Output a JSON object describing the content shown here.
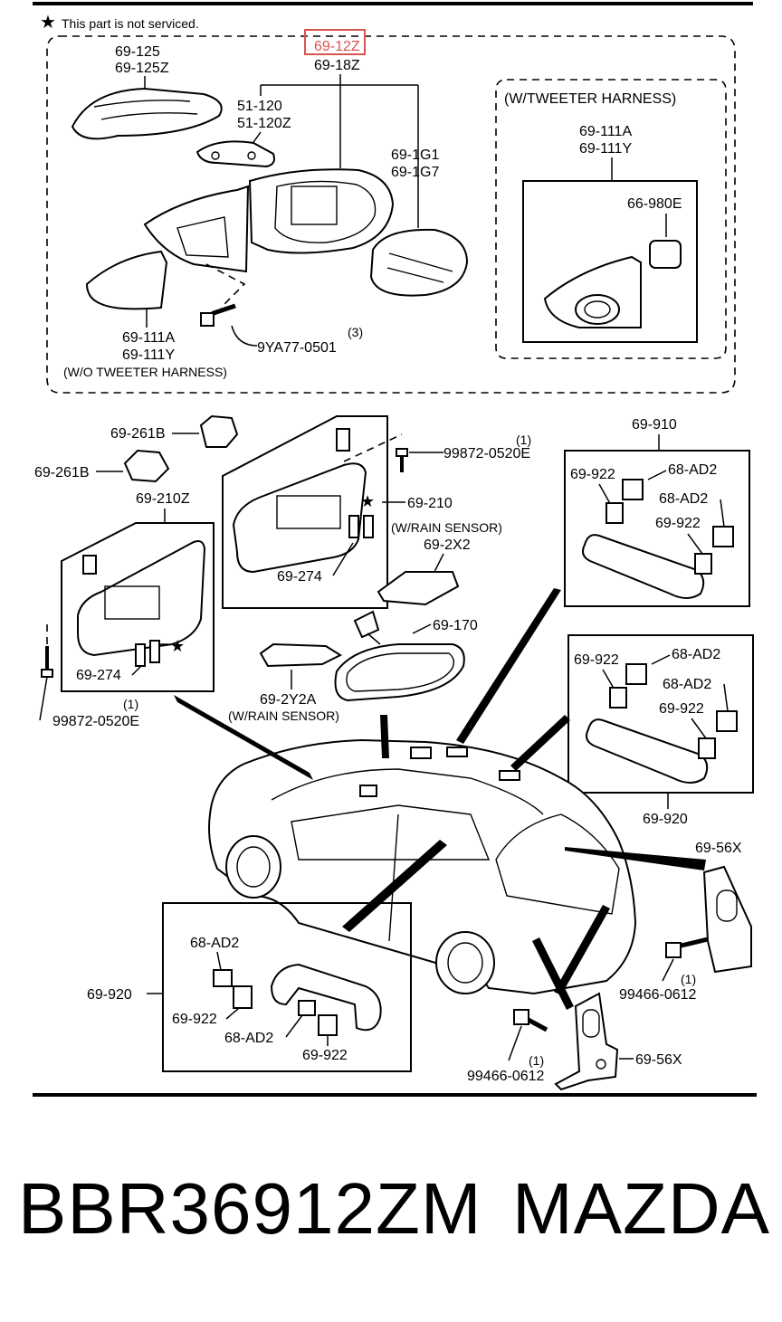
{
  "note": "This part is not serviced.",
  "mirror": {
    "cover": [
      "69-125",
      "69-125Z"
    ],
    "highlighted": "69-12Z",
    "assembly": "69-18Z",
    "motor": [
      "51-120",
      "51-120Z"
    ],
    "glass": [
      "69-1G1",
      "69-1G7"
    ],
    "garnish": [
      "69-111A",
      "69-111Y"
    ],
    "bolt": "9YA77-0501",
    "bolt_qty": "(3)",
    "wo_harness": "(W/O TWEETER HARNESS)"
  },
  "tweeter": {
    "title": "(W/TWEETER HARNESS)",
    "garnish": [
      "69-111A",
      "69-111Y"
    ],
    "speaker": "66-980E"
  },
  "visor": {
    "clip_a": "69-261B",
    "clip_b": "69-261B",
    "left": "69-210Z",
    "right": "69-210",
    "star": "★",
    "cover_right": "69-274",
    "cover_left": "69-274",
    "screw_top": "99872-0520E",
    "screw_top_qty": "(1)",
    "screw_bottom": "99872-0520E",
    "screw_bottom_qty": "(1)"
  },
  "rain": {
    "title": "(W/RAIN SENSOR)",
    "cover": "69-2X2",
    "bracket": "69-2Y2A",
    "bracket_title": "(W/RAIN SENSOR)",
    "inner_mirror": "69-170"
  },
  "grip_front": {
    "assembly": "69-910",
    "clip1": "69-922",
    "cap1": "68-AD2",
    "cap2": "68-AD2",
    "clip2": "69-922"
  },
  "grip_rear": {
    "assembly": "69-920",
    "clip1": "69-922",
    "cap1": "68-AD2",
    "cap2": "68-AD2",
    "clip2": "69-922"
  },
  "grip_lower": {
    "assembly": "69-920",
    "cap1": "68-AD2",
    "clip1": "69-922",
    "cap2": "68-AD2",
    "clip2": "69-922"
  },
  "hook": {
    "part_a": "69-56X",
    "bolt_a": "99466-0612",
    "bolt_a_qty": "(1)",
    "part_b": "69-56X",
    "bolt_b": "99466-0612",
    "bolt_b_qty": "(1)"
  },
  "footer": {
    "part_number": "BBR36912ZM",
    "brand": "MAZDA"
  }
}
